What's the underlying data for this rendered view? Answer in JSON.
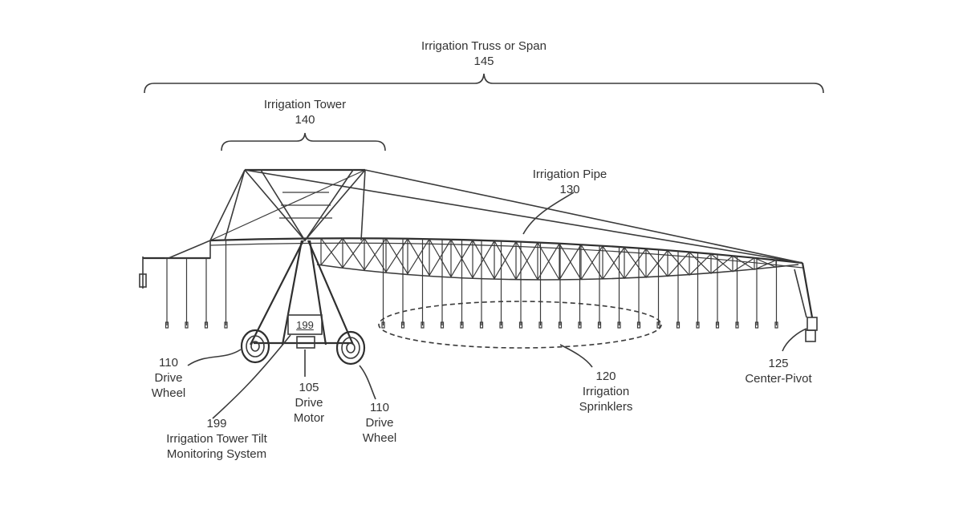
{
  "colors": {
    "line": "#3a3a3a",
    "text": "#333333",
    "background": "#ffffff"
  },
  "labels": {
    "truss": {
      "name": "Irrigation Truss or Span",
      "num": "145"
    },
    "tower": {
      "name": "Irrigation Tower",
      "num": "140"
    },
    "pipe": {
      "name": "Irrigation Pipe",
      "num": "130"
    },
    "drive_wheel_left": {
      "num": "110",
      "line1": "Drive",
      "line2": "Wheel"
    },
    "drive_motor": {
      "num": "105",
      "line1": "Drive",
      "line2": "Motor"
    },
    "drive_wheel_right": {
      "num": "110",
      "line1": "Drive",
      "line2": "Wheel"
    },
    "sprinklers": {
      "num": "120",
      "line1": "Irrigation",
      "line2": "Sprinklers"
    },
    "center_pivot": {
      "num": "125",
      "name": "Center-Pivot"
    },
    "tilt_system": {
      "num": "199",
      "line1": "Irrigation Tower Tilt",
      "line2": "Monitoring System"
    },
    "box_label": "199"
  }
}
